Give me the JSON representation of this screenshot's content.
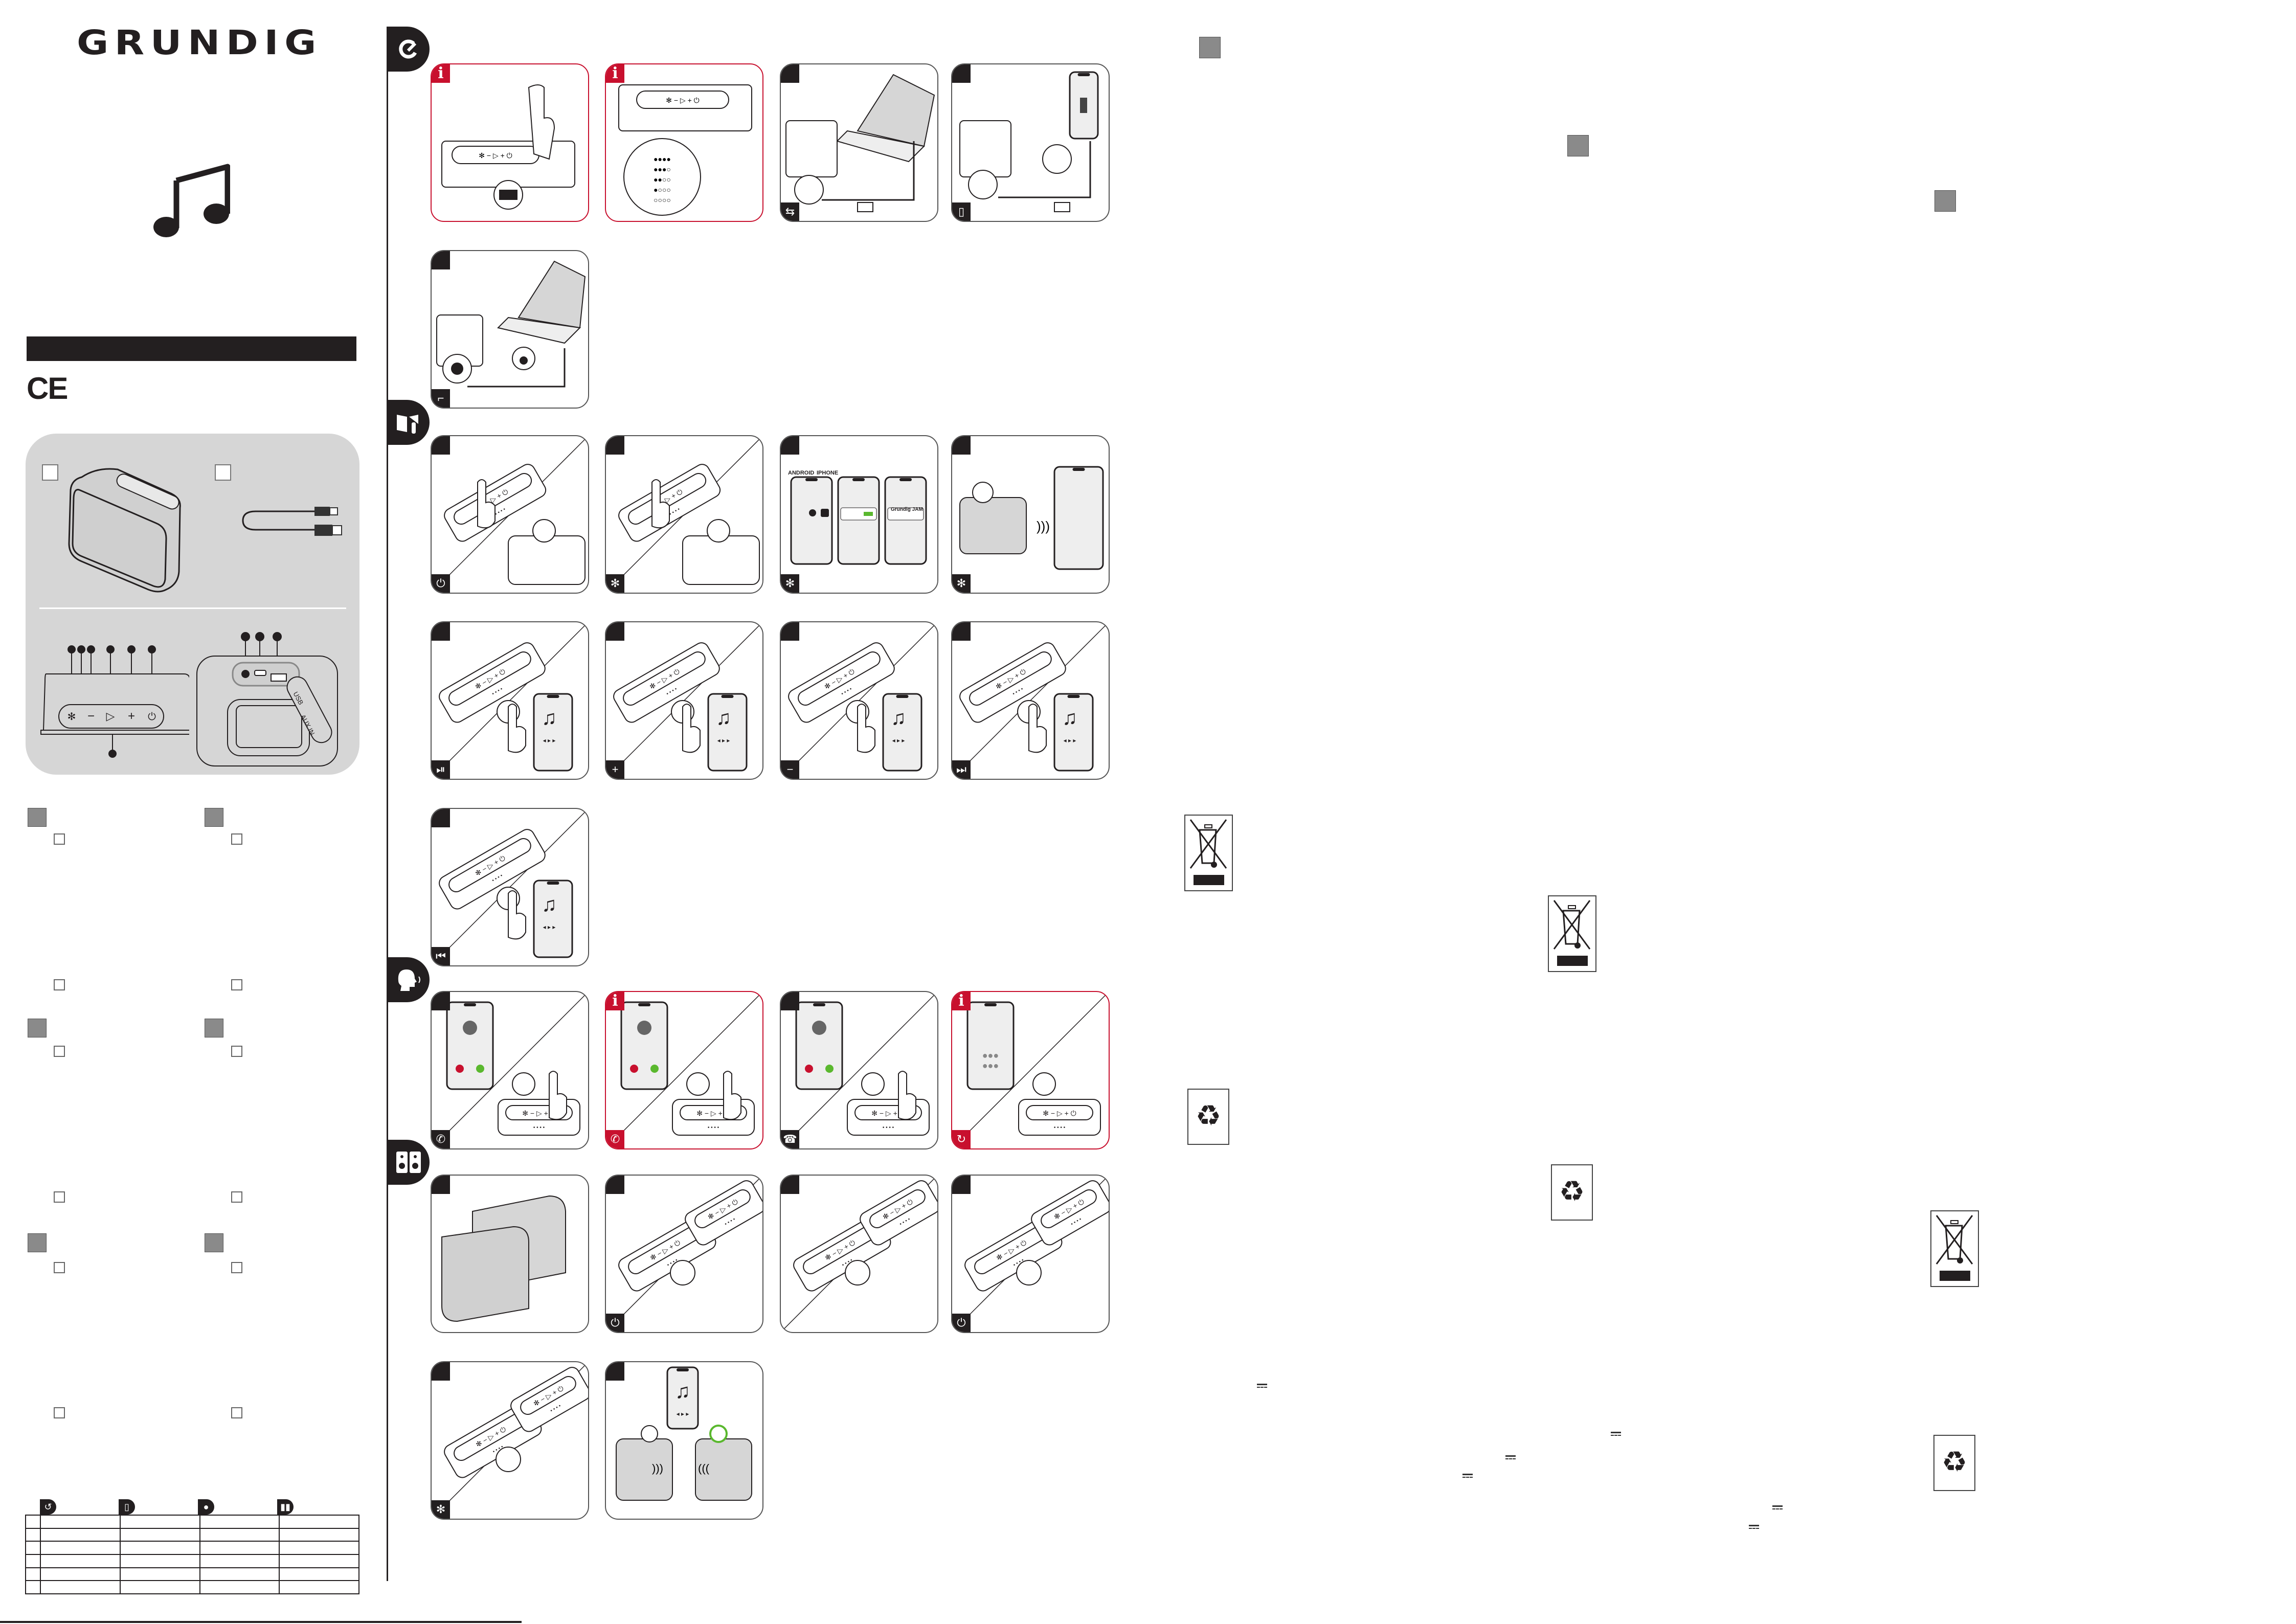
{
  "brand": {
    "logo_text": "GRUNDIG",
    "mark": "CE"
  },
  "contents": {
    "item_a_label": "",
    "item_b_label": "",
    "back_flap_labels": {
      "usb": "USB",
      "aux": "AUX IN"
    }
  },
  "sections": [
    {
      "icon": "power-plug-icon"
    },
    {
      "icon": "manual-touch-icon"
    },
    {
      "icon": "speaking-head-icon"
    },
    {
      "icon": "twin-speakers-icon"
    }
  ],
  "pairing_screen": {
    "android_label": "ANDROID",
    "iphone_label": "IPHONE",
    "device_name": "Grundig JAM"
  },
  "panels": [
    [
      {
        "variant": "red",
        "kind": "battery-press",
        "info": "i"
      },
      {
        "variant": "red",
        "kind": "battery-levels",
        "info": "i"
      },
      {
        "variant": "normal",
        "kind": "charge-laptop",
        "bottom_icon": "charge-icon"
      },
      {
        "variant": "normal",
        "kind": "charge-phone",
        "bottom_icon": "powerbank-icon"
      }
    ],
    [
      {
        "variant": "normal",
        "kind": "aux",
        "bottom_icon": "aux-cable-icon"
      }
    ],
    [
      {
        "variant": "normal",
        "kind": "power-on",
        "bottom_icon": "power-icon"
      },
      {
        "variant": "normal",
        "kind": "bt-mode",
        "bottom_icon": "bluetooth-icon"
      },
      {
        "variant": "normal",
        "kind": "pair",
        "bottom_icon": "bluetooth-icon"
      },
      {
        "variant": "normal",
        "kind": "bt-connected",
        "bottom_icon": "bluetooth-icon"
      }
    ],
    [
      {
        "variant": "normal",
        "kind": "music",
        "bottom_icon": "play-pause-icon"
      },
      {
        "variant": "normal",
        "kind": "music",
        "bottom_icon": "volume-up-icon"
      },
      {
        "variant": "normal",
        "kind": "music",
        "bottom_icon": "volume-down-icon"
      },
      {
        "variant": "normal",
        "kind": "music",
        "bottom_icon": "next-track-icon"
      }
    ],
    [
      {
        "variant": "normal",
        "kind": "music",
        "bottom_icon": "previous-track-icon"
      }
    ],
    [
      {
        "variant": "normal",
        "kind": "call",
        "bottom_icon": "answer-call-icon"
      },
      {
        "variant": "red",
        "kind": "call",
        "info": "i",
        "bottom_icon": "reject-call-icon"
      },
      {
        "variant": "normal",
        "kind": "call",
        "bottom_icon": "end-call-icon"
      },
      {
        "variant": "red",
        "kind": "dialpad",
        "info": "i",
        "bottom_icon": "redial-icon"
      }
    ],
    [
      {
        "variant": "normal",
        "kind": "tws-speakers"
      },
      {
        "variant": "normal",
        "kind": "tws-two",
        "bottom_icon": "power-icon"
      },
      {
        "variant": "normal",
        "kind": "tws-two"
      },
      {
        "variant": "normal",
        "kind": "tws-two",
        "bottom_icon": "power-icon"
      }
    ],
    [
      {
        "variant": "normal",
        "kind": "tws-two",
        "bottom_icon": "bluetooth-icon"
      },
      {
        "variant": "normal",
        "kind": "tws-play"
      }
    ]
  ],
  "icons": {
    "disposal": "crossed-bin-icon",
    "recycle": "recycle-icon",
    "dc": "dc-symbol-icon"
  },
  "colors": {
    "accent_red": "#c8102e",
    "panel_gray": "#d6d6d6",
    "ink": "#231f20"
  }
}
